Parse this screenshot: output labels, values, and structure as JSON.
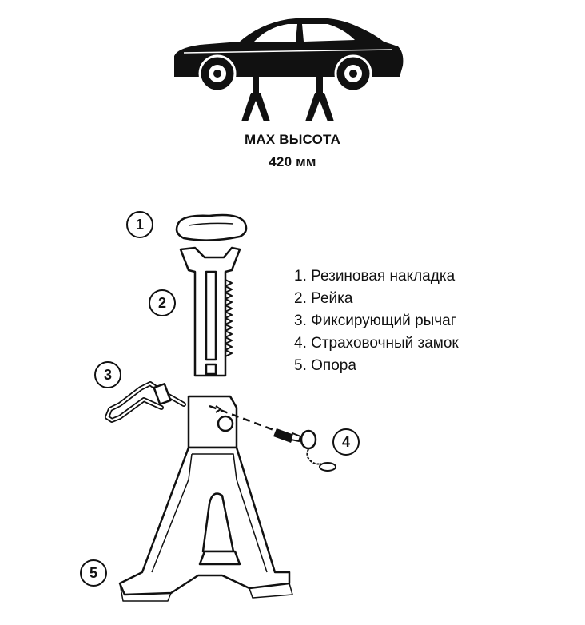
{
  "caption": {
    "line1": "MAX ВЫСОТА",
    "line2": "420 мм"
  },
  "legend": [
    "1. Резиновая накладка",
    "2. Рейка",
    "3. Фиксирующий рычаг",
    "4. Страховочный замок",
    "5. Опора"
  ],
  "callouts": [
    "1",
    "2",
    "3",
    "4",
    "5"
  ]
}
